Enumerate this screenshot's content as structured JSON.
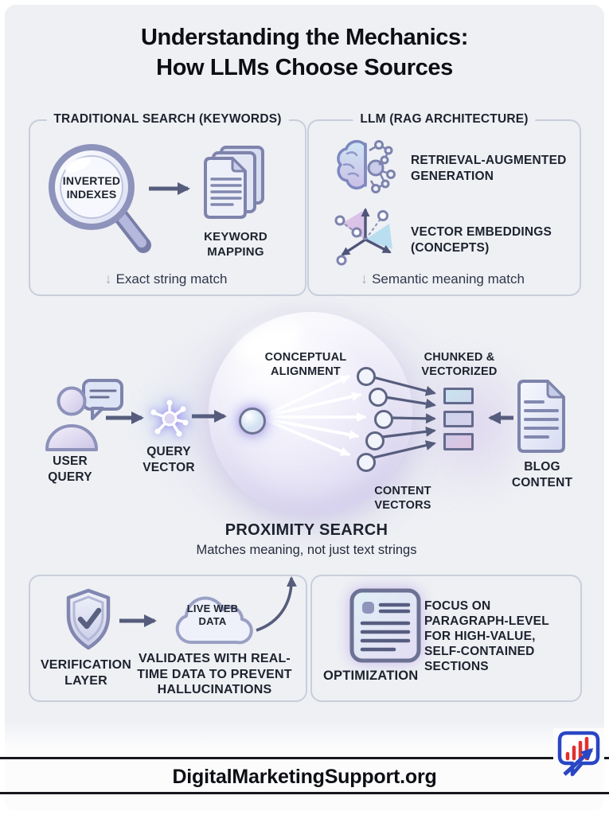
{
  "title": {
    "text": "Understanding the Mechanics:\nHow LLMs Choose Sources"
  },
  "panel_traditional": {
    "header": "TRADITIONAL SEARCH (KEYWORDS)",
    "magnifier_label": "INVERTED\nINDEXES",
    "docs_label": "KEYWORD\nMAPPING",
    "caption_arrow": "↓",
    "caption": "Exact string match"
  },
  "panel_rag": {
    "header": "LLM (RAG ARCHITECTURE)",
    "item_rag": "RETRIEVAL-AUGMENTED\nGENERATION",
    "item_vector": "VECTOR EMBEDDINGS\n(CONCEPTS)",
    "caption_arrow": "↓",
    "caption": "Semantic meaning match"
  },
  "flow": {
    "user_query": "USER\nQUERY",
    "query_vector": "QUERY\nVECTOR",
    "conceptual_alignment": "CONCEPTUAL\nALIGNMENT",
    "chunked_vectorized": "CHUNKED &\nVECTORIZED",
    "content_vectors": "CONTENT\nVECTORS",
    "blog_content": "BLOG\nCONTENT",
    "proximity_title": "PROXIMITY SEARCH",
    "proximity_subtitle": "Matches meaning, not just text strings"
  },
  "panel_verification": {
    "shield_label": "VERIFICATION\nLAYER",
    "cloud_label": "LIVE WEB\nDATA",
    "description": "VALIDATES WITH REAL-\nTIME DATA TO PREVENT\nHALLUCINATIONS"
  },
  "panel_optimization": {
    "icon_label": "OPTIMIZATION",
    "description": "FOCUS ON\nPARAGRAPH-LEVEL\nFOR HIGH-VALUE,\nSELF-CONTAINED\nSECTIONS"
  },
  "footer": {
    "site": "DigitalMarketingSupport.org"
  },
  "colors": {
    "card_background": "#eef0f4",
    "text_dark": "#1d222e",
    "slate_arrow": "#565c7c",
    "panel_border": "#c9cedb",
    "icon_stroke": "#7e84ac",
    "lavender_fill": "#dde2f4",
    "chunk_top": "#c9e4ee",
    "chunk_mid": "#ccd4ee",
    "chunk_bottom": "#d5c7e6",
    "logo_blue": "#2946c4",
    "logo_red": "#e03030"
  }
}
